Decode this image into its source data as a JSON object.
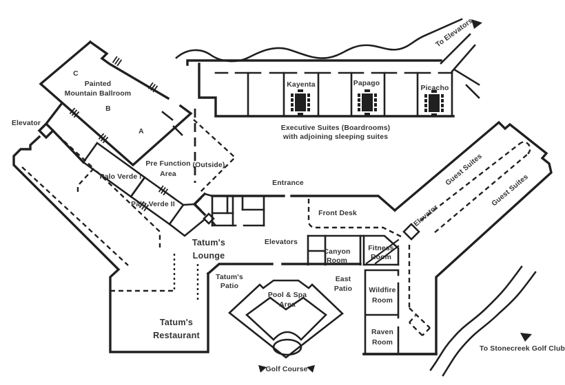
{
  "colors": {
    "line": "#202020",
    "text": "#343434",
    "background": "#ffffff"
  },
  "labels": {
    "elevator_left": "Elevator",
    "ballroom_c": "C",
    "ballroom_name_1": "Painted",
    "ballroom_name_2": "Mountain Ballroom",
    "ballroom_b": "B",
    "ballroom_a": "A",
    "pre_function_1": "Pre Function",
    "pre_function_2": "Area",
    "outside": "(Outside)",
    "palo_verde_1": "Palo Verde I",
    "palo_verde_2": "Palo Verde II",
    "entrance": "Entrance",
    "front_desk": "Front Desk",
    "kayenta": "Kayenta",
    "papago": "Papago",
    "picacho": "Picacho",
    "exec_caption_1": "Executive Suites (Boardrooms)",
    "exec_caption_2": "with adjoining sleeping suites",
    "to_elevators": "To Elevators",
    "guest_suites_a": "Guest Suites",
    "guest_suites_b": "Guest Suites",
    "elevator_wing": "Elevator",
    "tatums_lounge_1": "Tatum's",
    "tatums_lounge_2": "Lounge",
    "elevators": "Elevators",
    "canyon_1": "Canyon",
    "canyon_2": "Room",
    "fitness_1": "Fitness",
    "fitness_2": "Room",
    "tatums_patio_1": "Tatum's",
    "tatums_patio_2": "Patio",
    "east_patio_1": "East",
    "east_patio_2": "Patio",
    "pool_1": "Pool & Spa",
    "pool_2": "Area",
    "wildfire_1": "Wildfire",
    "wildfire_2": "Room",
    "raven_1": "Raven",
    "raven_2": "Room",
    "tatums_restaurant_1": "Tatum's",
    "tatums_restaurant_2": "Restaurant",
    "golf_course": "Golf Course",
    "stonecreek": "To Stonecreek Golf Club"
  }
}
